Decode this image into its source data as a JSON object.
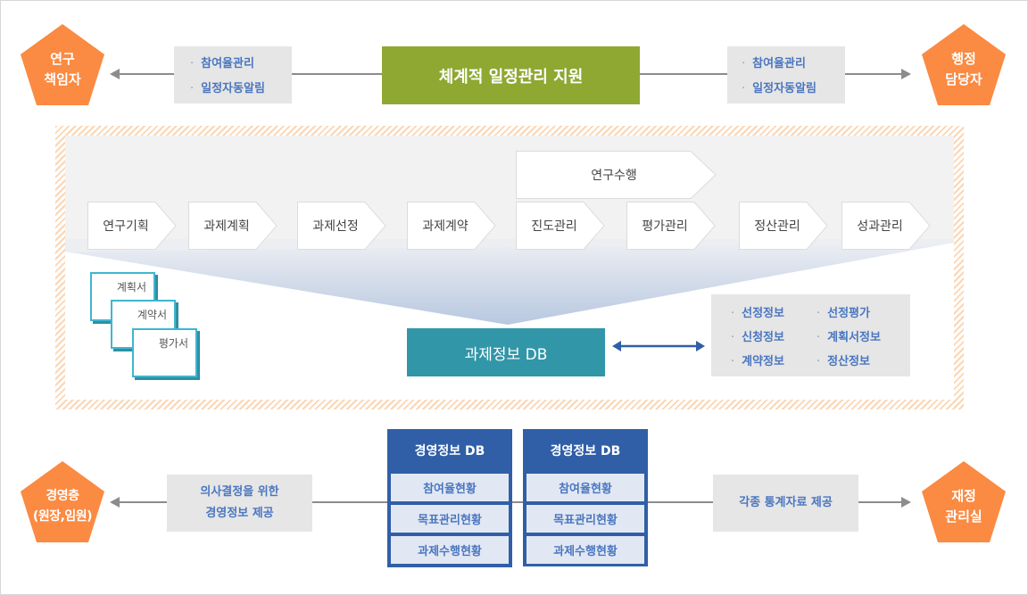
{
  "colors": {
    "actor_orange": "#fb8a42",
    "title_green": "#8ea832",
    "db_teal": "#3196a8",
    "mgmt_blue": "#305fa8",
    "info_text_blue": "#4a76c0",
    "connector_gray": "#8c8c8c",
    "hatch_orange": "#fbd6b4"
  },
  "top": {
    "left_actor": {
      "line1": "연구",
      "line2": "책임자"
    },
    "right_actor": {
      "line1": "행정",
      "line2": "담당자"
    },
    "center_title": "체계적 일정관리 지원",
    "left_info": [
      "참여율관리",
      "일정자동알림"
    ],
    "right_info": [
      "참여율관리",
      "일정자동알림"
    ]
  },
  "process": {
    "group_label": "연구수행",
    "steps": [
      "연구기획",
      "과제계획",
      "과제선정",
      "과제계약",
      "진도관리",
      "평가관리",
      "정산관리",
      "성과관리"
    ],
    "documents": [
      "계획서",
      "계약서",
      "평가서"
    ],
    "db_label": "과제정보 DB",
    "db_info": {
      "col1": [
        "선정정보",
        "신청정보",
        "계약정보"
      ],
      "col2": [
        "선정평가",
        "계획서정보",
        "정산정보"
      ]
    }
  },
  "bottom": {
    "left_actor": {
      "line1": "경영층",
      "line2": "(원장,임원)"
    },
    "right_actor": {
      "line1": "재정",
      "line2": "관리실"
    },
    "left_info": {
      "line1": "의사결정을 위한",
      "line2": "경영정보 제공"
    },
    "right_info": "각종 통계자료 제공",
    "mgmt_dbs": [
      {
        "title": "경영정보 DB",
        "rows": [
          "참여율현황",
          "목표관리현황",
          "과제수행현황"
        ]
      },
      {
        "title": "경영정보 DB",
        "rows": [
          "참여율현황",
          "목표관리현황",
          "과제수행현황"
        ]
      }
    ]
  }
}
